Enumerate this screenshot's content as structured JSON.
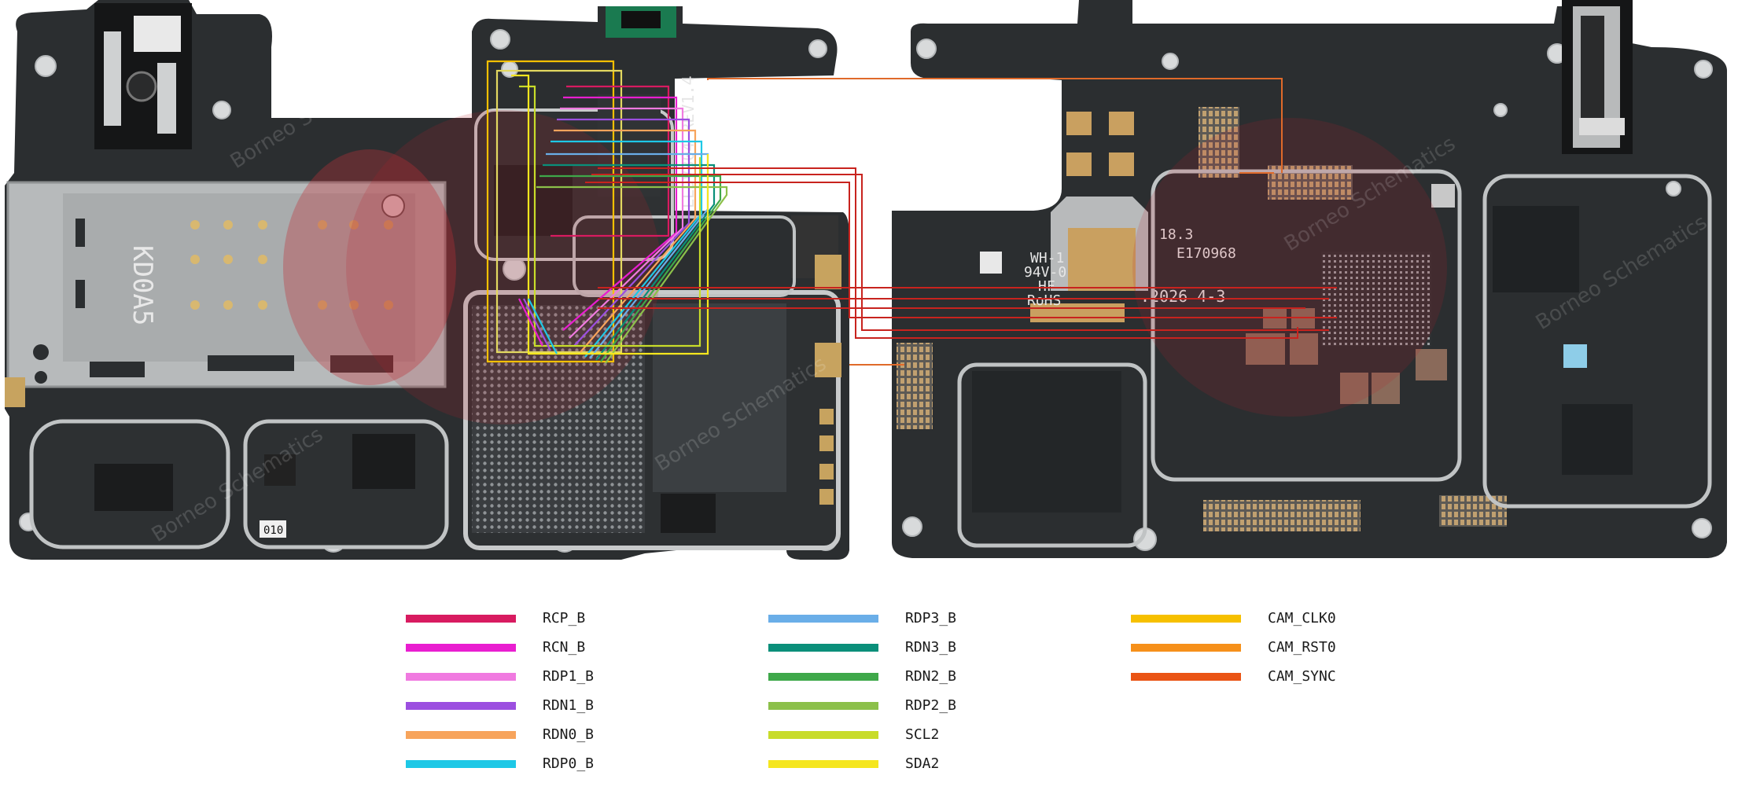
{
  "board_text": {
    "left_board": {
      "sim_marking": "KD0A5",
      "edge_label": "LLDV804 REV1.4",
      "small_labels": [
        "010"
      ],
      "watermarks": [
        "Borneo Schematics",
        "Borneo Schematics",
        "Borneo Schematics"
      ]
    },
    "right_board": {
      "cert_lines": [
        "WH-1",
        "94V-0",
        "HF",
        "RoHS"
      ],
      "cert_number": "18.3",
      "e_code": "E170968",
      "date_code": ".2026 4-3",
      "watermarks": [
        "Borneo Schematics",
        "Borneo Schematics"
      ]
    }
  },
  "legend": {
    "columns": [
      [
        {
          "label": "RCP_B",
          "color": "#d81b60"
        },
        {
          "label": "RCN_B",
          "color": "#e91ed0"
        },
        {
          "label": "RDP1_B",
          "color": "#f07ae0"
        },
        {
          "label": "RDN1_B",
          "color": "#9c4fe0"
        },
        {
          "label": "RDN0_B",
          "color": "#f7a45c"
        },
        {
          "label": "RDP0_B",
          "color": "#1ec8e6"
        }
      ],
      [
        {
          "label": "RDP3_B",
          "color": "#6aaee8"
        },
        {
          "label": "RDN3_B",
          "color": "#0a8f7a"
        },
        {
          "label": "RDN2_B",
          "color": "#3fa84a"
        },
        {
          "label": "RDP2_B",
          "color": "#8cc04a"
        },
        {
          "label": "SCL2",
          "color": "#c8dc2a"
        },
        {
          "label": "SDA2",
          "color": "#f5e61e"
        }
      ],
      [
        {
          "label": "CAM_CLK0",
          "color": "#f6c000"
        },
        {
          "label": "CAM_RST0",
          "color": "#f6901a"
        },
        {
          "label": "CAM_SYNC",
          "color": "#ea5414"
        }
      ]
    ]
  },
  "colors": {
    "pcb": "#2b2e30",
    "pcb_dark": "#1f2224",
    "silver": "#b9bcbd",
    "gold": "#c9a060",
    "red_trace": "#c8231e",
    "orange_trace": "#e06a2a"
  }
}
